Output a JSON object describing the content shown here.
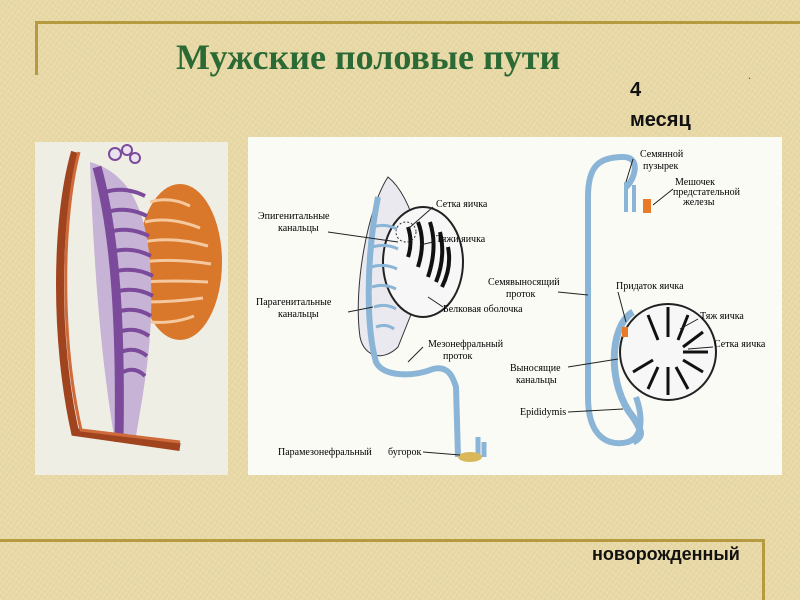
{
  "slide": {
    "title": "Мужские половые пути",
    "label_month": "4 месяц",
    "label_month_num": "4",
    "label_month_word": "месяц",
    "label_newborn": "новорожденный"
  },
  "diagram": {
    "labels": {
      "epigenital": [
        "Эпигенитальные",
        "канальцы"
      ],
      "rete_testis": "Сетка яичка",
      "cords": "Тяжи яичка",
      "paragenital": [
        "Парагенитальные",
        "канальцы"
      ],
      "tunica": "Белковая оболочка",
      "mesonephric": [
        "Мезонефральный",
        "проток"
      ],
      "paramesonephric": [
        "Парамезонефральный",
        "бугорок"
      ],
      "seminal_vesicle": [
        "Семянной",
        "пузырек"
      ],
      "prostate_pouch": [
        "Мешочек",
        "предстательной",
        "железы"
      ],
      "vas_deferens": [
        "Семявыносящий",
        "проток"
      ],
      "epididymis_ru": "Придаток яичка",
      "cord_testis": "Тяж яичка",
      "rete_testis2": "Сетка яичка",
      "efferent": [
        "Выносящие",
        "канальцы"
      ],
      "epididymis_lat": "Epididymis"
    }
  },
  "colors": {
    "title": "#2b6a35",
    "frame": "#b69a3f",
    "duct": "#8ab5d6",
    "orange": "#d9772a",
    "purple": "#7b4a9a"
  }
}
